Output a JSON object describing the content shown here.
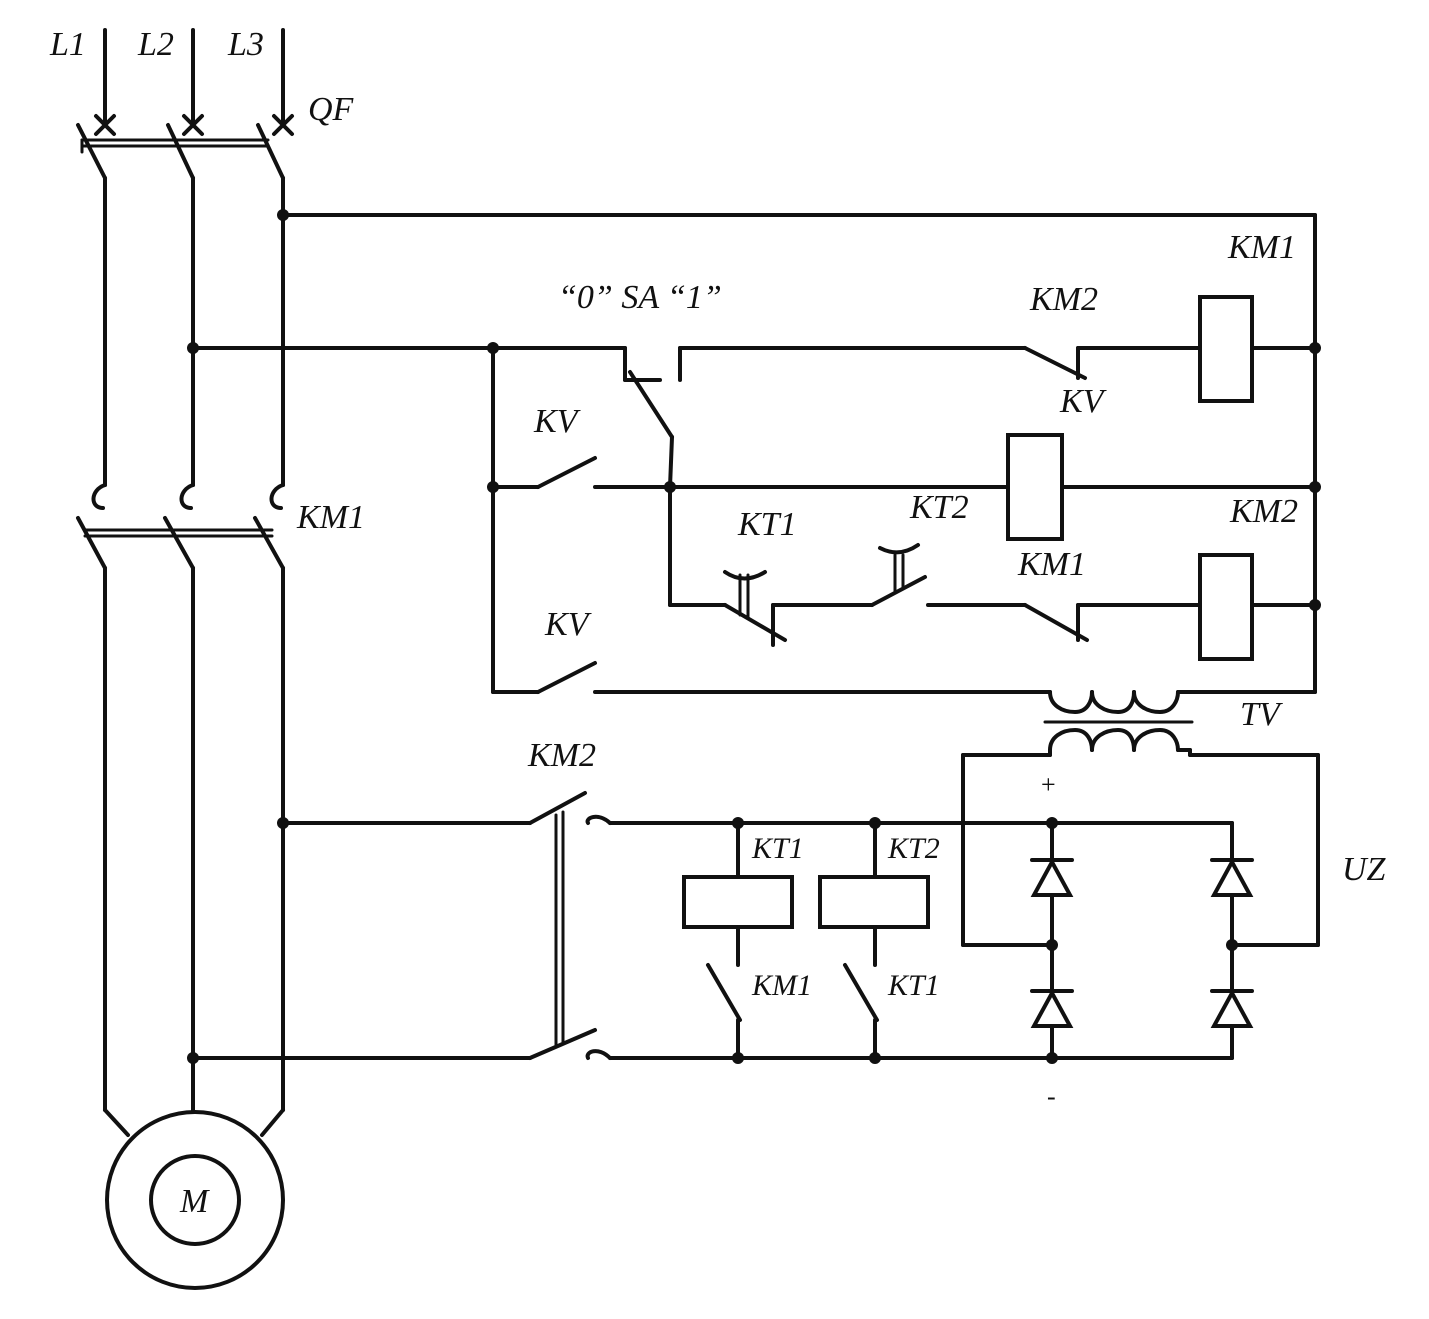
{
  "labels": {
    "l1": "L1",
    "l2": "L2",
    "l3": "L3",
    "qf": "QF",
    "km1_main": "KM1",
    "km1_coil": "KM1",
    "sa": "“0” SA “1”",
    "km2_contact_top": "KM2",
    "kv_contact_top": "KV",
    "kv_upper": "KV",
    "kv_lower": "KV",
    "km2_coil": "KM2",
    "kt1_contact": "KT1",
    "kt2_contact": "KT2",
    "km1_contact_mid": "KM1",
    "tv": "TV",
    "km2_power": "KM2",
    "kt1_coil": "KT1",
    "kt2_coil": "KT2",
    "km1_contact_low": "KM1",
    "kt1_contact_low": "KT1",
    "uz": "UZ",
    "plus": "+",
    "minus": "-",
    "motor": "M"
  }
}
